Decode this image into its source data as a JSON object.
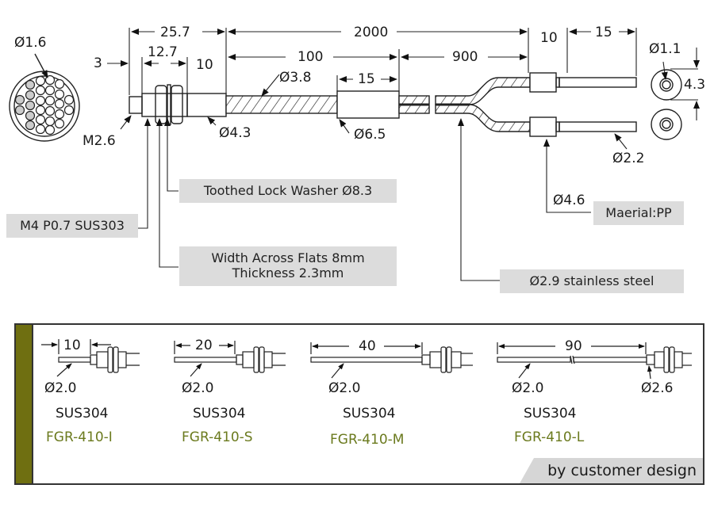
{
  "drawing": {
    "end_view": {
      "fiber_dia": "Ø1.6"
    },
    "dimensions": {
      "d_3": "3",
      "d_25_7": "25.7",
      "d_12_7": "12.7",
      "d_10_head": "10",
      "d_2000": "2000",
      "d_100": "100",
      "d_15_mid": "15",
      "d_900": "900",
      "d_10_tip": "10",
      "d_15_tip": "15",
      "d_4_3_side": "4.3"
    },
    "callouts": {
      "m2_6": "M2.6",
      "dia_4_3": "Ø4.3",
      "dia_3_8": "Ø3.8",
      "dia_6_5": "Ø6.5",
      "dia_1_1": "Ø1.1",
      "dia_2_2": "Ø2.2",
      "dia_4_6": "Ø4.6"
    },
    "notes": {
      "thread": "M4 P0.7 SUS303",
      "washer": "Toothed Lock Washer Ø8.3",
      "nut_line1": "Width Across Flats 8mm",
      "nut_line2": "Thickness 2.3mm",
      "material": "Maerial:PP",
      "sheath": "Ø2.9 stainless steel"
    }
  },
  "variants": [
    {
      "length": "10",
      "dia": "Ø2.0",
      "material": "SUS304",
      "model": "FGR-410-I"
    },
    {
      "length": "20",
      "dia": "Ø2.0",
      "material": "SUS304",
      "model": "FGR-410-S"
    },
    {
      "length": "40",
      "dia": "Ø2.0",
      "material": "SUS304",
      "model": "FGR-410-M"
    },
    {
      "length": "90",
      "dia": "Ø2.0",
      "material": "SUS304",
      "model": "FGR-410-L",
      "extra_dia": "Ø2.6"
    }
  ],
  "footer": {
    "custom_label": "by customer design"
  },
  "colors": {
    "accent_bar": "#6f6f11",
    "model_text": "#6b7a1e",
    "note_bg": "#dcdcdc"
  }
}
